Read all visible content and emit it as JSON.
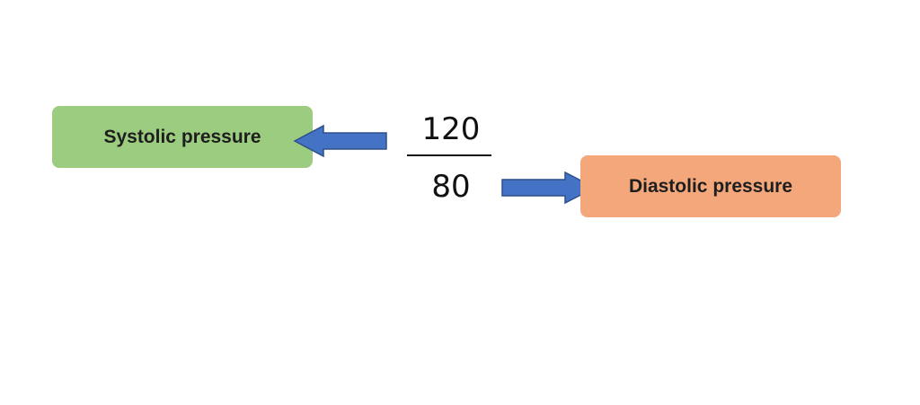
{
  "diagram": {
    "systolic_label": "Systolic pressure",
    "diastolic_label": "Diastolic pressure",
    "numerator": "120",
    "denominator": "80"
  },
  "colors": {
    "systolic_fill": "#9ccc7f",
    "diastolic_fill": "#f3a77a",
    "arrow_fill": "#4472c4",
    "arrow_stroke": "#2f4f8a"
  }
}
